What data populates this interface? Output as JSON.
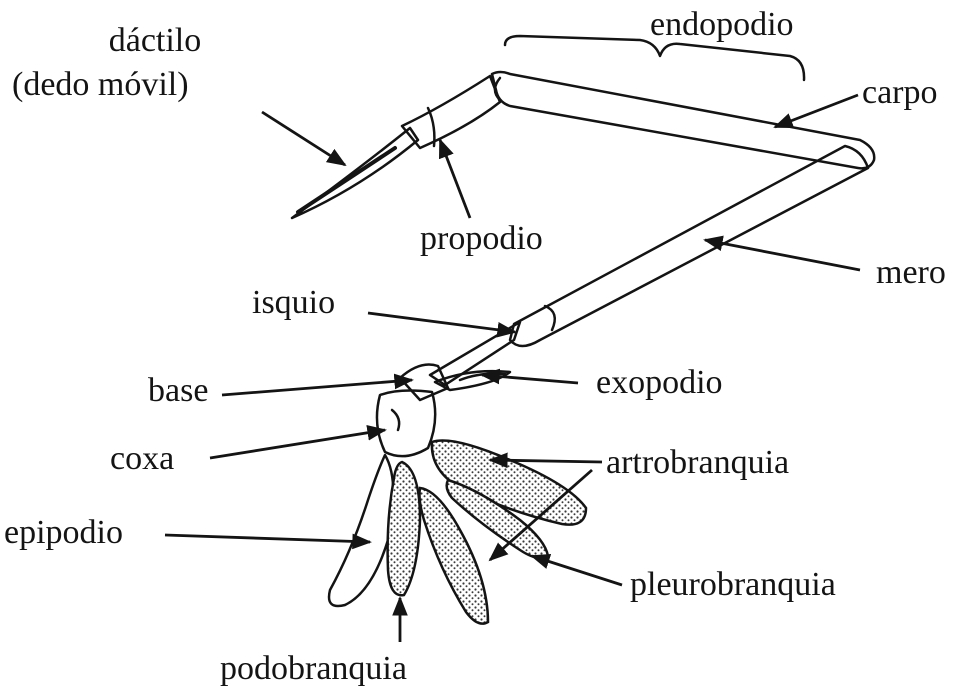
{
  "labels": {
    "dactilo": "dáctilo",
    "dedo_movil": "(dedo móvil)",
    "endopodio": "endopodio",
    "carpo": "carpo",
    "propodio": "propodio",
    "mero": "mero",
    "isquio": "isquio",
    "base": "base",
    "exopodio": "exopodio",
    "coxa": "coxa",
    "artrobranquia": "artrobranquia",
    "epipodio": "epipodio",
    "pleurobranquia": "pleurobranquia",
    "podobranquia": "podobranquia"
  }
}
